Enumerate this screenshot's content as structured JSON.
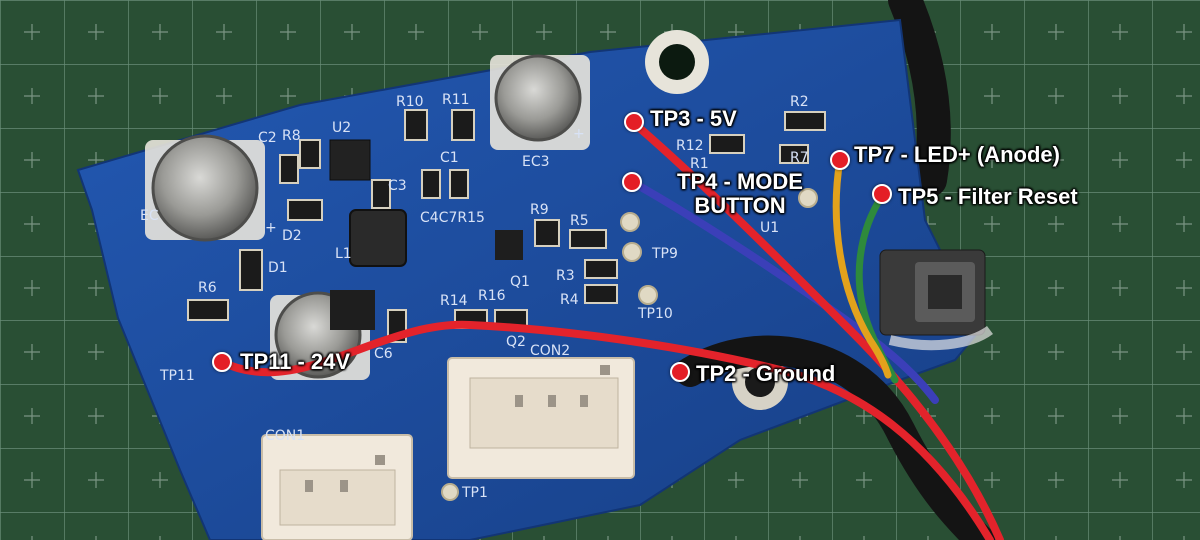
{
  "board": {
    "silkscreen": {
      "ec": "EC",
      "ec3": "EC3",
      "r8": "R8",
      "c2": "C2",
      "u2": "U2",
      "r10": "R10",
      "r11": "R11",
      "c1": "C1",
      "c3": "C3",
      "c4c7r15": "C4C7R15",
      "d2": "D2",
      "l1": "L1",
      "d1": "D1",
      "r6": "R6",
      "r9": "R9",
      "r5": "R5",
      "q1": "Q1",
      "r3": "R3",
      "r4": "R4",
      "r14": "R14",
      "r16": "R16",
      "q2": "Q2",
      "c6": "C6",
      "con1": "CON1",
      "con2": "CON2",
      "tp1": "TP1",
      "tp9": "TP9",
      "tp10": "TP10",
      "tp11": "TP11",
      "r1": "R1",
      "r2": "R2",
      "r12": "R12",
      "u1": "U1",
      "r7": "R7",
      "plus_ec": "+",
      "plus_ec3": "+"
    }
  },
  "annotations": [
    {
      "id": "tp3",
      "text": "TP3 - 5V"
    },
    {
      "id": "tp4",
      "text": "TP4 - MODE",
      "text2": "BUTTON"
    },
    {
      "id": "tp7",
      "text": "TP7 - LED+ (Anode)"
    },
    {
      "id": "tp5",
      "text": "TP5 - Filter Reset"
    },
    {
      "id": "tp11",
      "text": "TP11 - 24V"
    },
    {
      "id": "tp2",
      "text": "TP2 - Ground"
    }
  ],
  "colors": {
    "mat": "#2f5a3c",
    "mat_grid": "#8fb7a0",
    "pcb": "#1d4fa6",
    "marker": "#e41e26",
    "wire_red": "#e3232b",
    "wire_blue": "#3b3fb8",
    "wire_yellow": "#e2a21c",
    "wire_green": "#2e8a3c",
    "wire_black": "#141414"
  }
}
